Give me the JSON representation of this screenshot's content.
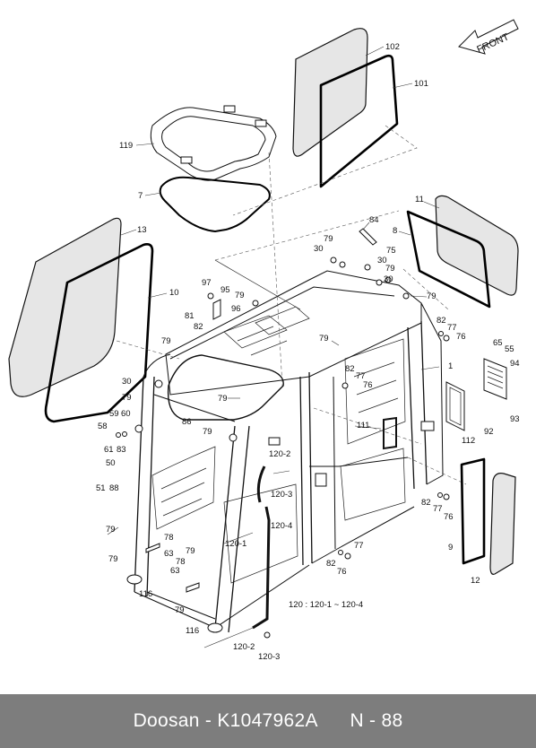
{
  "diagram": {
    "direction_label": "FRONT",
    "note": "120 : 120-1 ~ 120-4",
    "part_labels": [
      {
        "id": "l102",
        "text": "102"
      },
      {
        "id": "l101",
        "text": "101"
      },
      {
        "id": "l119",
        "text": "119"
      },
      {
        "id": "l7",
        "text": "7"
      },
      {
        "id": "l13",
        "text": "13"
      },
      {
        "id": "l10",
        "text": "10"
      },
      {
        "id": "l84",
        "text": "84"
      },
      {
        "id": "l79a",
        "text": "79"
      },
      {
        "id": "l30a",
        "text": "30"
      },
      {
        "id": "l75",
        "text": "75"
      },
      {
        "id": "l30b",
        "text": "30"
      },
      {
        "id": "l79b",
        "text": "79"
      },
      {
        "id": "l30c",
        "text": "30"
      },
      {
        "id": "l79c",
        "text": "79"
      },
      {
        "id": "l11",
        "text": "11"
      },
      {
        "id": "l8",
        "text": "8"
      },
      {
        "id": "l97",
        "text": "97"
      },
      {
        "id": "l95",
        "text": "95"
      },
      {
        "id": "l79d",
        "text": "79"
      },
      {
        "id": "l96",
        "text": "96"
      },
      {
        "id": "l81",
        "text": "81"
      },
      {
        "id": "l82a",
        "text": "82"
      },
      {
        "id": "l82b",
        "text": "82"
      },
      {
        "id": "l77a",
        "text": "77"
      },
      {
        "id": "l76a",
        "text": "76"
      },
      {
        "id": "l79e",
        "text": "79"
      },
      {
        "id": "l79f",
        "text": "79"
      },
      {
        "id": "l65",
        "text": "65"
      },
      {
        "id": "l55",
        "text": "55"
      },
      {
        "id": "l1",
        "text": "1"
      },
      {
        "id": "l94",
        "text": "94"
      },
      {
        "id": "l82c",
        "text": "82"
      },
      {
        "id": "l77b",
        "text": "77"
      },
      {
        "id": "l76b",
        "text": "76"
      },
      {
        "id": "l30d",
        "text": "30"
      },
      {
        "id": "l79g",
        "text": "79"
      },
      {
        "id": "l79h",
        "text": "79"
      },
      {
        "id": "l59",
        "text": "59"
      },
      {
        "id": "l60",
        "text": "60"
      },
      {
        "id": "l58",
        "text": "58"
      },
      {
        "id": "l86",
        "text": "86"
      },
      {
        "id": "l111",
        "text": "111"
      },
      {
        "id": "l112",
        "text": "112"
      },
      {
        "id": "l92",
        "text": "92"
      },
      {
        "id": "l93",
        "text": "93"
      },
      {
        "id": "l61",
        "text": "61"
      },
      {
        "id": "l83",
        "text": "83"
      },
      {
        "id": "l79i",
        "text": "79"
      },
      {
        "id": "l50",
        "text": "50"
      },
      {
        "id": "l51",
        "text": "51"
      },
      {
        "id": "l88",
        "text": "88"
      },
      {
        "id": "l120_2a",
        "text": "120-2"
      },
      {
        "id": "l120_3a",
        "text": "120-3"
      },
      {
        "id": "l120_4",
        "text": "120-4"
      },
      {
        "id": "l120_1",
        "text": "120-1"
      },
      {
        "id": "l79j",
        "text": "79"
      },
      {
        "id": "l78a",
        "text": "78"
      },
      {
        "id": "l63a",
        "text": "63"
      },
      {
        "id": "l79k",
        "text": "79"
      },
      {
        "id": "l78b",
        "text": "78"
      },
      {
        "id": "l63b",
        "text": "63"
      },
      {
        "id": "l79l",
        "text": "79"
      },
      {
        "id": "l116a",
        "text": "116"
      },
      {
        "id": "l79m",
        "text": "79"
      },
      {
        "id": "l116b",
        "text": "116"
      },
      {
        "id": "l120_2b",
        "text": "120-2"
      },
      {
        "id": "l120_3b",
        "text": "120-3"
      },
      {
        "id": "l82d",
        "text": "82"
      },
      {
        "id": "l77c",
        "text": "77"
      },
      {
        "id": "l76c",
        "text": "76"
      },
      {
        "id": "l9",
        "text": "9"
      },
      {
        "id": "l12",
        "text": "12"
      },
      {
        "id": "l77d",
        "text": "77"
      },
      {
        "id": "l82e",
        "text": "82"
      },
      {
        "id": "l76d",
        "text": "76"
      }
    ]
  },
  "footer": {
    "brand": "Doosan",
    "separator": " - ",
    "part_number": "K1047962A",
    "page_label": "N - 88"
  }
}
